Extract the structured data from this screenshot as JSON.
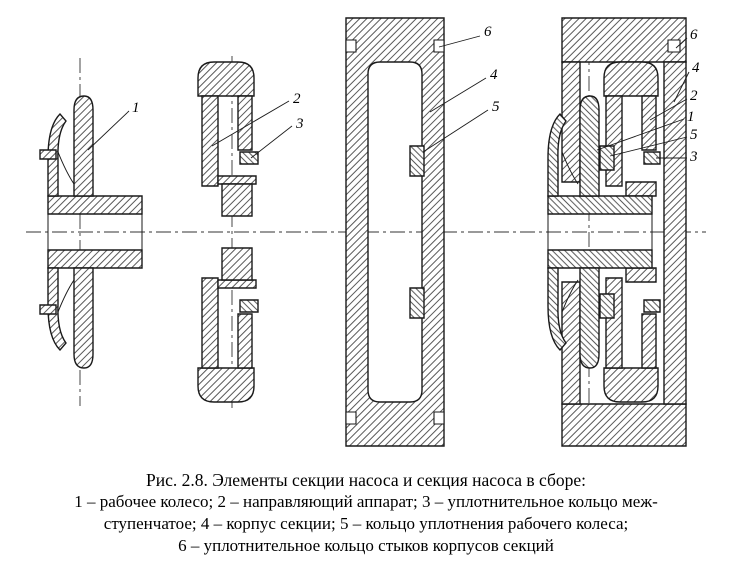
{
  "caption": {
    "title": "Рис. 2.8. Элементы секции насоса и секция насоса в сборе:",
    "lines": [
      "1 – рабочее колесо; 2 – направляющий аппарат; 3 – уплотнительное кольцо меж-",
      "ступенчатое; 4 – корпус секции; 5 – кольцо уплотнения рабочего колеса;",
      "6 – уплотнительное кольцо стыков корпусов секций"
    ]
  },
  "labels": {
    "view1": [
      "1"
    ],
    "view2": [
      "2",
      "3"
    ],
    "view3": [
      "6",
      "4",
      "5"
    ],
    "view4": [
      "6",
      "4",
      "2",
      "1",
      "5",
      "3"
    ]
  },
  "colors": {
    "ink": "#1a1a1a",
    "paper": "#ffffff"
  }
}
